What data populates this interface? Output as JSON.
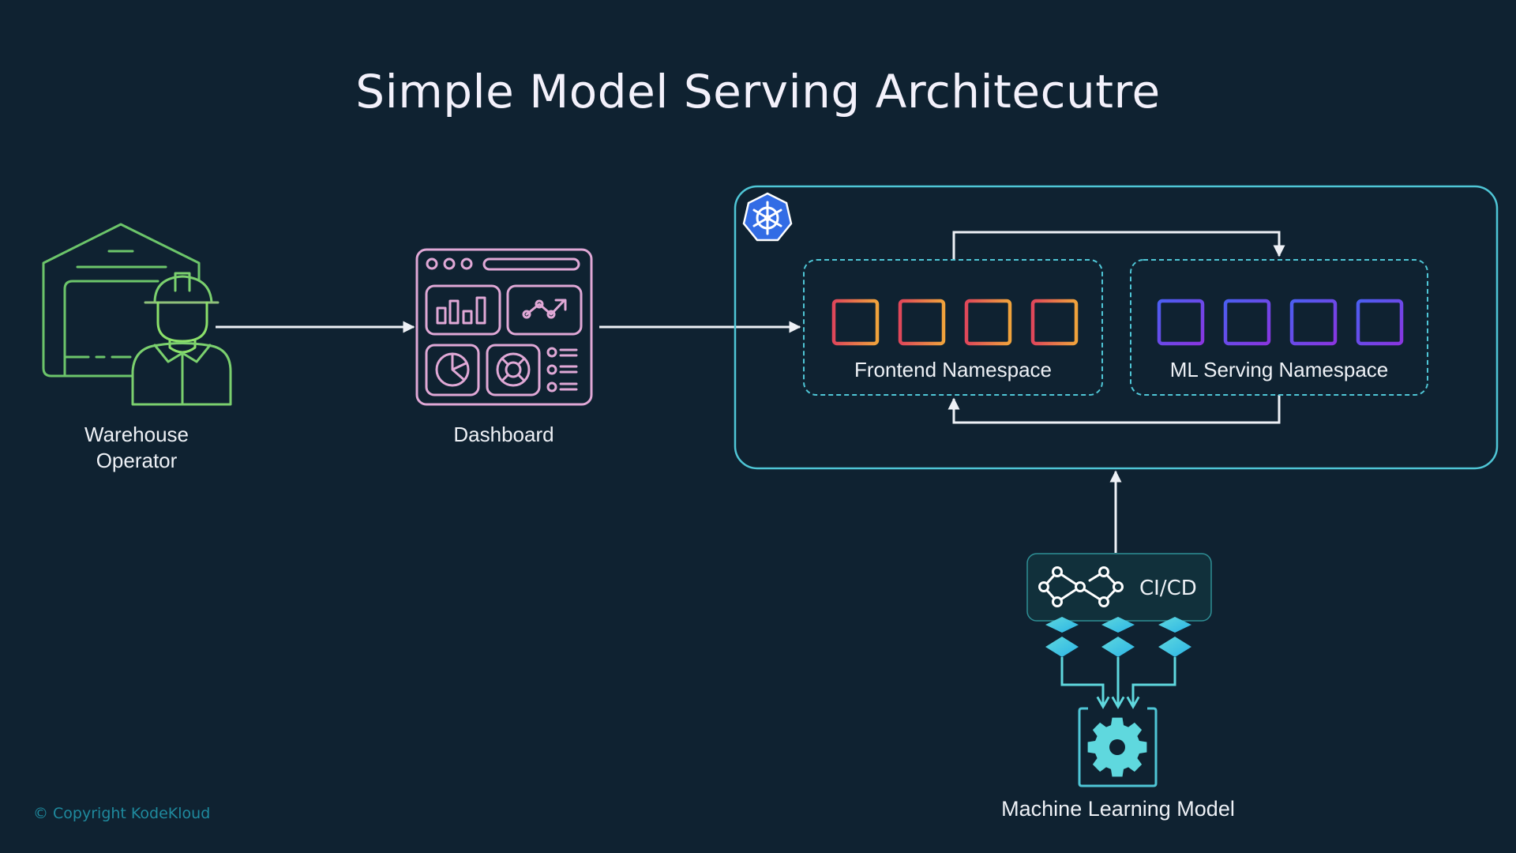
{
  "title": "Simple Model Serving Architecutre",
  "nodes": {
    "operator": {
      "label_line1": "Warehouse",
      "label_line2": "Operator",
      "icon": "warehouse-worker-icon",
      "color": "#6cc56a"
    },
    "dashboard": {
      "label": "Dashboard",
      "icon": "dashboard-icon",
      "color": "#e0a8d6"
    },
    "cluster": {
      "icon": "kubernetes-icon",
      "color": "#4fc6d6",
      "logo_color": "#326ce5",
      "namespaces": [
        {
          "label": "Frontend Namespace",
          "pods": 4,
          "gradient": [
            "#e0475a",
            "#f0a33c"
          ]
        },
        {
          "label": "ML Serving Namespace",
          "pods": 4,
          "gradient": [
            "#4b5ef0",
            "#8a35e0"
          ]
        }
      ]
    },
    "cicd": {
      "label": "CI/CD",
      "icon": "pipeline-infinity-icon"
    },
    "model": {
      "label": "Machine Learning Model",
      "icon": "gear-icon",
      "color": "#5fd8de"
    }
  },
  "edges": [
    {
      "from": "Warehouse Operator",
      "to": "Dashboard"
    },
    {
      "from": "Dashboard",
      "to": "Frontend Namespace"
    },
    {
      "from": "Frontend Namespace",
      "to": "ML Serving Namespace"
    },
    {
      "from": "ML Serving Namespace",
      "to": "Frontend Namespace"
    },
    {
      "from": "CI/CD",
      "to": "Kubernetes Cluster"
    },
    {
      "from": "Build Artifacts",
      "to": "Machine Learning Model"
    }
  ],
  "footer": {
    "copyright": "© Copyright KodeKloud"
  }
}
